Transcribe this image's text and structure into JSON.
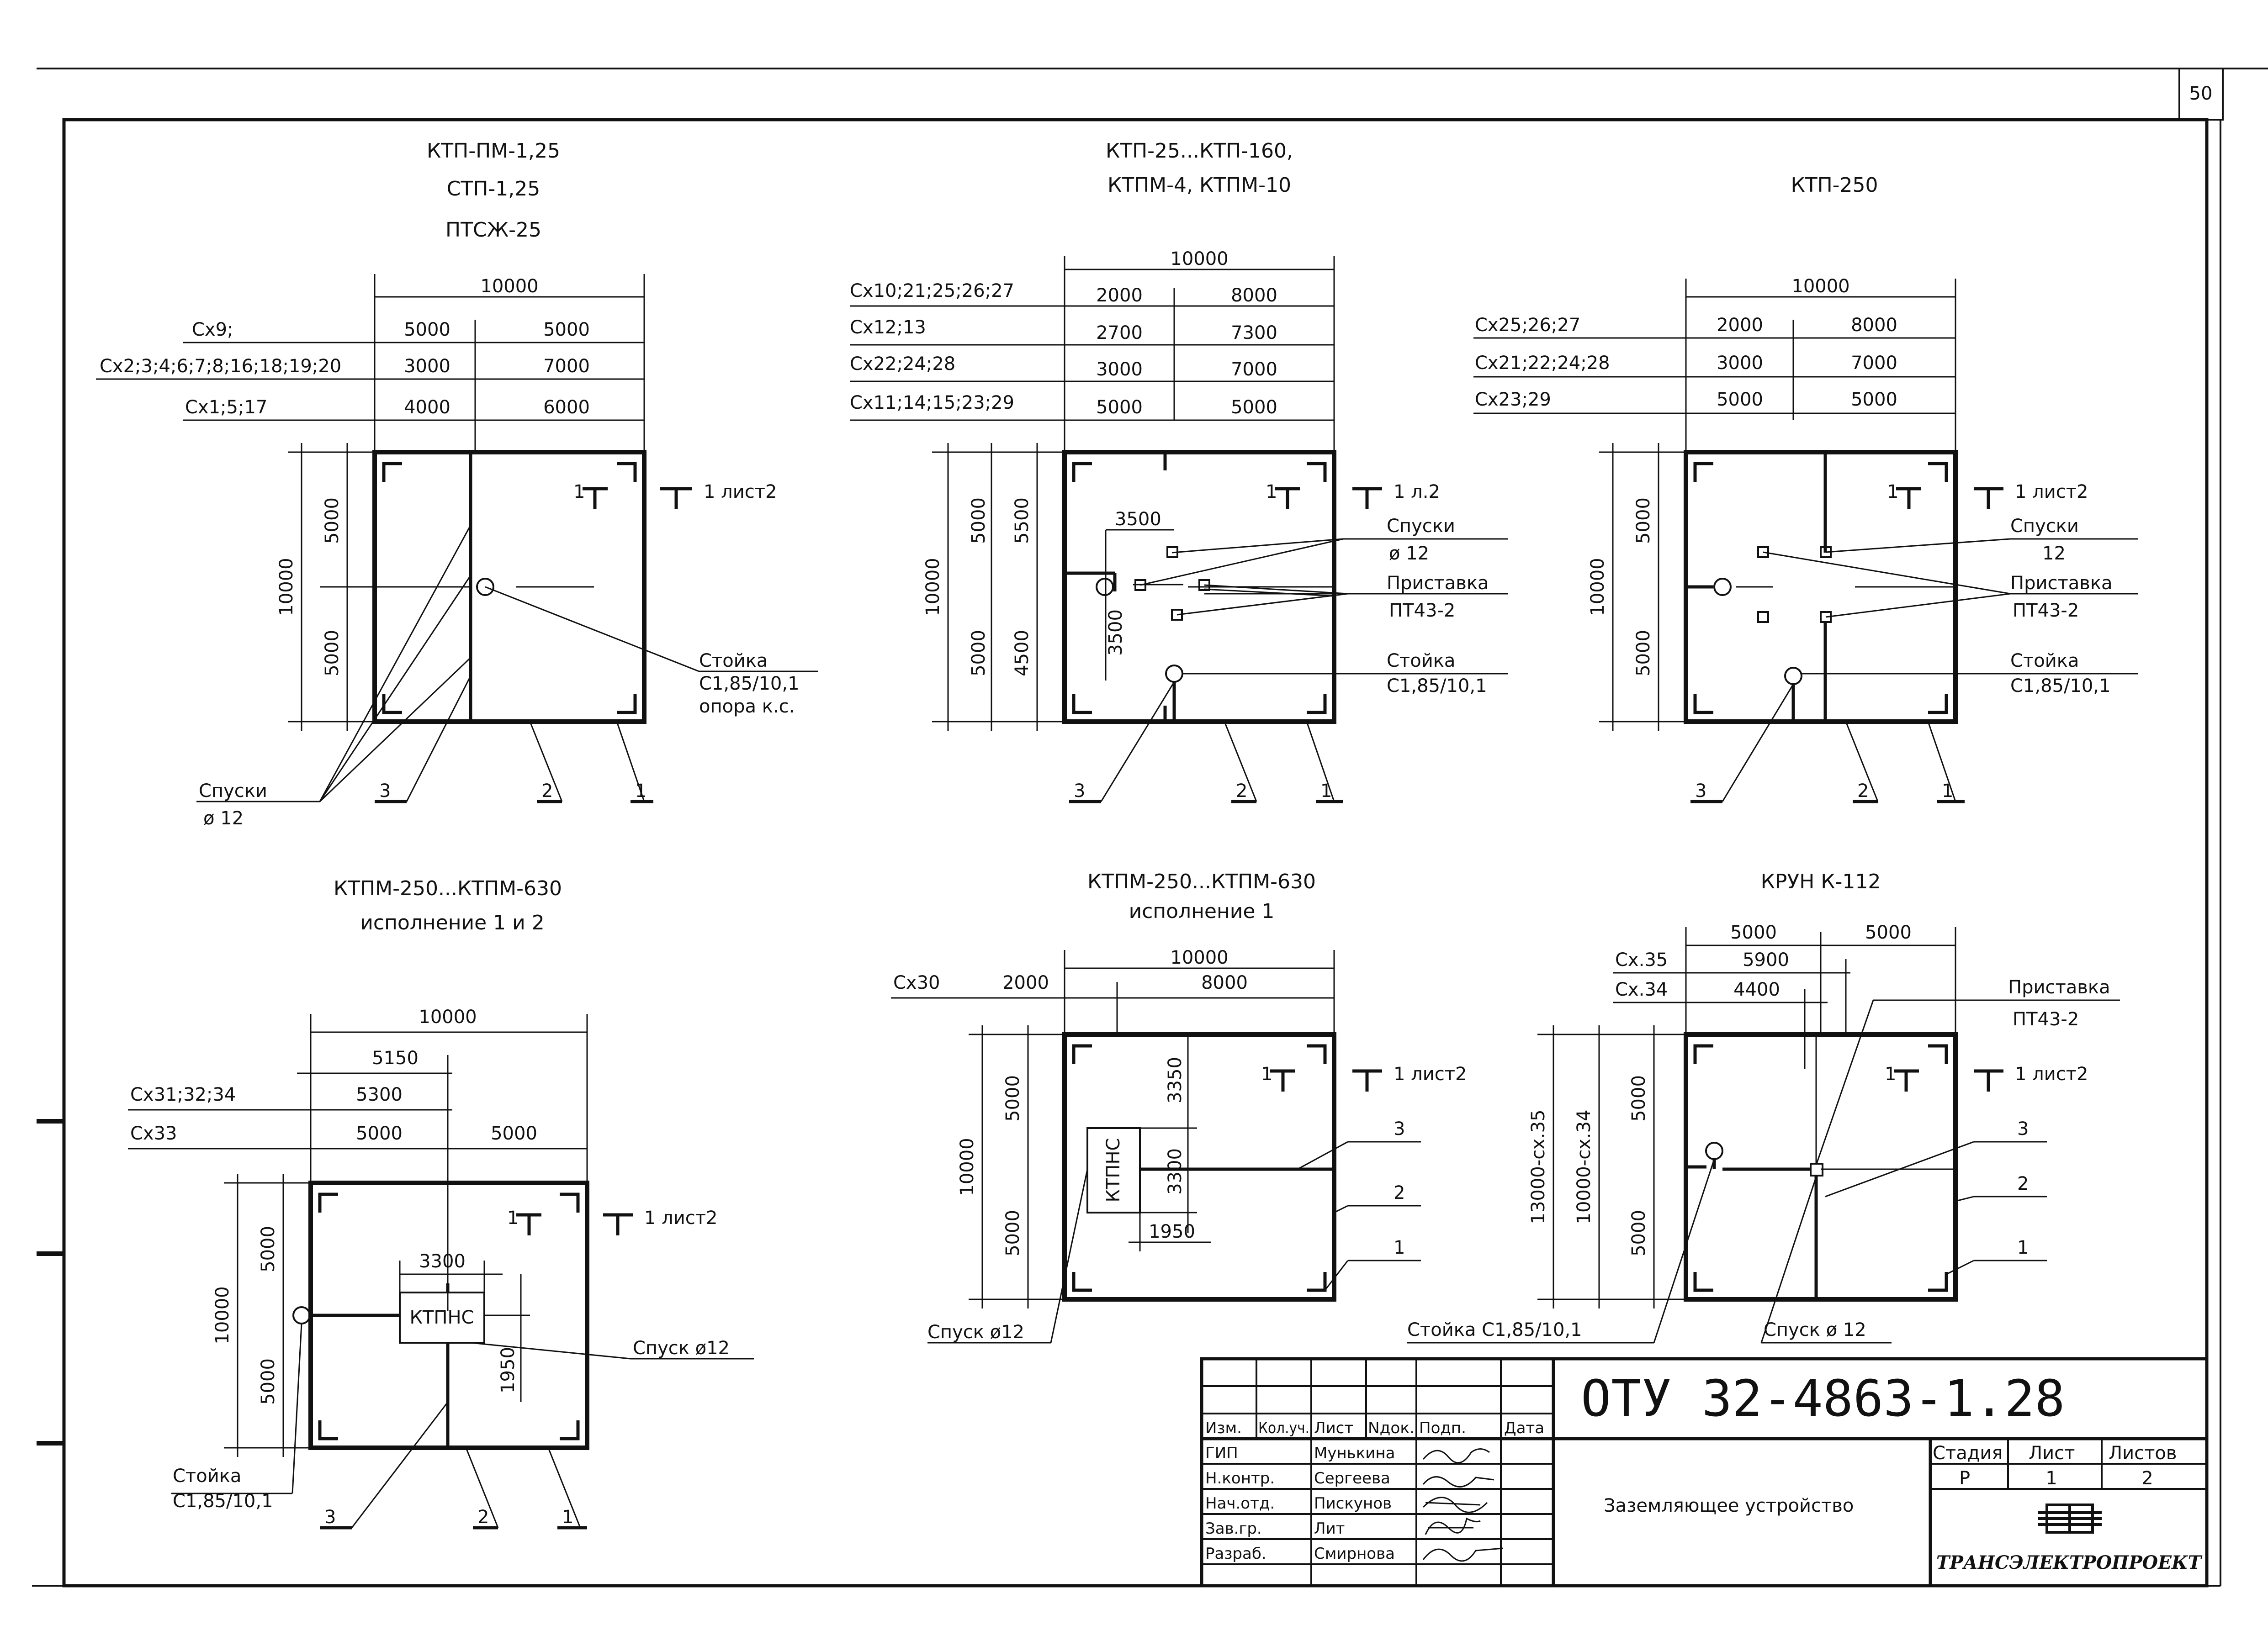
{
  "sheet_number": "50",
  "panel1": {
    "titles": [
      "КТП-ПМ-1,25",
      "СТП-1,25",
      "ПТСЖ-25"
    ],
    "dim_total": "10000",
    "rows": [
      {
        "label": "Сх9;",
        "a": "5000",
        "b": "5000"
      },
      {
        "label": "Сх2;3;4;6;7;8;16;18;19;20",
        "a": "3000",
        "b": "7000"
      },
      {
        "label": "Сх1;5;17",
        "a": "4000",
        "b": "6000"
      }
    ],
    "v_total": "10000",
    "v_top": "5000",
    "v_bot": "5000",
    "section": "1",
    "section_ref": "1 лист2",
    "stand_1": "Стойка",
    "stand_2": "С1,85/10,1",
    "stand_3": "опора к.с.",
    "descents_1": "Спуски",
    "descents_2": "ø 12",
    "n3": "3",
    "n2": "2",
    "n1": "1"
  },
  "panel2": {
    "titles": [
      "КТП-25...КТП-160,",
      "КТПМ-4,  КТПМ-10"
    ],
    "dim_total": "10000",
    "rows": [
      {
        "label": "Сх10;21;25;26;27",
        "a": "2000",
        "b": "8000"
      },
      {
        "label": "Сх12;13",
        "a": "2700",
        "b": "7300"
      },
      {
        "label": "Сх22;24;28",
        "a": "3000",
        "b": "7000"
      },
      {
        "label": "Сх11;14;15;23;29",
        "a": "5000",
        "b": "5000"
      }
    ],
    "v_total": "10000",
    "v_a": "5000",
    "v_b": "5000",
    "v_c": "5500",
    "v_d": "4500",
    "d3500a": "3500",
    "d3500b": "3500",
    "section": "1",
    "section_ref": "1 л.2",
    "descents_1": "Спуски",
    "descents_2": "ø 12",
    "attach_1": "Приставка",
    "attach_2": "ПТ43-2",
    "stand_1": "Стойка",
    "stand_2": "С1,85/10,1",
    "n3": "3",
    "n2": "2",
    "n1": "1"
  },
  "panel3": {
    "title": "КТП-250",
    "dim_total": "10000",
    "rows": [
      {
        "label": "Сх25;26;27",
        "a": "2000",
        "b": "8000"
      },
      {
        "label": "Сх21;22;24;28",
        "a": "3000",
        "b": "7000"
      },
      {
        "label": "Сх23;29",
        "a": "5000",
        "b": "5000"
      }
    ],
    "v_total": "10000",
    "v_top": "5000",
    "v_bot": "5000",
    "section": "1",
    "section_ref": "1 лист2",
    "descents_1": "Спуски",
    "descents_2": "12",
    "attach_1": "Приставка",
    "attach_2": "ПТ43-2",
    "stand_1": "Стойка",
    "stand_2": "С1,85/10,1",
    "n3": "3",
    "n2": "2",
    "n1": "1"
  },
  "panel4": {
    "titles": [
      "КТПМ-250...КТПМ-630",
      "исполнение 1 и 2"
    ],
    "dim_total": "10000",
    "d5150": "5150",
    "rows": [
      {
        "label": "Сх31;32;34",
        "a": "5300",
        "b": ""
      },
      {
        "label": "Сх33",
        "a": "5000",
        "b": "5000"
      }
    ],
    "v_total": "10000",
    "v_top": "5000",
    "v_bot": "5000",
    "d3300": "3300",
    "d1950": "1950",
    "box": "КТПНС",
    "section": "1",
    "section_ref": "1 лист2",
    "descent": "Спуск  ø12",
    "stand_1": "Стойка",
    "stand_2": "С1,85/10,1",
    "n3": "3",
    "n2": "2",
    "n1": "1"
  },
  "panel5": {
    "titles": [
      "КТПМ-250...КТПМ-630",
      "исполнение 1"
    ],
    "dim_total": "10000",
    "row_label": "Сх30",
    "row_a": "2000",
    "row_b": "8000",
    "v_total": "10000",
    "v_top": "5000",
    "v_bot": "5000",
    "d3350": "3350",
    "d3300": "3300",
    "d1950": "1950",
    "box": "КТПНС",
    "section": "1",
    "section_ref": "1 лист2",
    "descent": "Спуск  ø12",
    "n3": "3",
    "n2": "2",
    "n1": "1"
  },
  "panel6": {
    "title": "КРУН К-112",
    "top_a": "5000",
    "top_b": "5000",
    "rows": [
      {
        "label": "Сх.35",
        "a": "5900"
      },
      {
        "label": "Сх.34",
        "a": "4400"
      }
    ],
    "v_35": "13000-сх.35",
    "v_34": "10000-сх.34",
    "v_top": "5000",
    "v_bot": "5000",
    "attach_1": "Приставка",
    "attach_2": "ПТ43-2",
    "section": "1",
    "section_ref": "1 лист2",
    "stand": "Стойка  С1,85/10,1",
    "descent": "Спуск  ø 12",
    "n3": "3",
    "n2": "2",
    "n1": "1"
  },
  "title_block": {
    "code": "ОТУ 32-4863-1.28",
    "headers": [
      "Изм.",
      "Кол.уч.",
      "Лист",
      "Nдок.",
      "Подп.",
      "Дата"
    ],
    "roles": [
      "ГИП",
      "Н.контр.",
      "Нач.отд.",
      "Зав.гр.",
      "Разраб."
    ],
    "names": [
      "Мунькина",
      "Сергеева",
      "Пискунов",
      "Лит",
      "Смирнова"
    ],
    "description": "Заземляющее устройство",
    "stage_label": "Стадия",
    "stage": "Р",
    "sheet_label": "Лист",
    "sheet": "1",
    "sheets_label": "Листов",
    "sheets": "2",
    "company": "ТРАНСЭЛЕКТРОПРОЕКТ"
  }
}
